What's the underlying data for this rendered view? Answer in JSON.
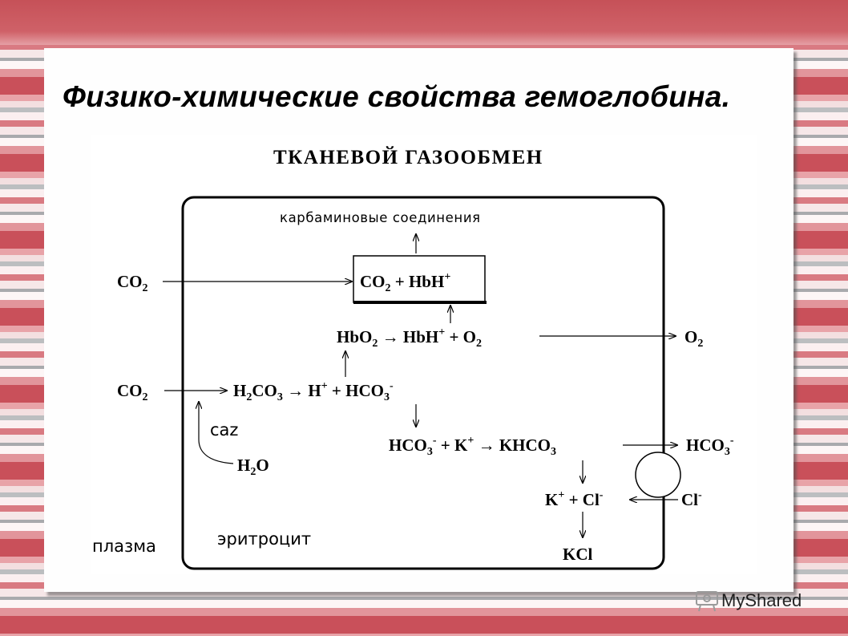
{
  "slide": {
    "title": "Физико-химические свойства гемоглобина."
  },
  "diagram": {
    "heading": "ТКАНЕВОЙ ГАЗООБМЕН",
    "carbamino": "карбаминовые соединения",
    "co2_top": "CO",
    "co2_top_sub": "2",
    "box_co2": "CO",
    "box_co2_sub": "2",
    "box_rest": " + HbH",
    "box_sup": "+",
    "hbo2": "HbO",
    "hbo2_sub": "2",
    "arrow_hbh": " → HbH",
    "hbh_sup": "+",
    "plus_o2": " + O",
    "o2_sub": "2",
    "o2_out": "O",
    "o2_out_sub": "2",
    "co2_mid": "CO",
    "co2_mid_sub": "2",
    "h2co3_h": "H",
    "h2co3_sub1": "2",
    "h2co3_co": "CO",
    "h2co3_sub2": "3",
    "arrow_h": " → H",
    "h_sup": "+",
    "plus_hco": " + HCO",
    "hco_sub": "3",
    "hco_sup": "-",
    "caz": "caz",
    "h2o_h": "H",
    "h2o_sub": "2",
    "h2o_o": "O",
    "hco3b": "HCO",
    "hco3b_sub": "3",
    "hco3b_sup": "-",
    "plus_k": " + K",
    "k_sup": "+",
    "arrow_khco": " → KHCO",
    "khco_sub": "3",
    "hco3_out": "HCO",
    "hco3_out_sub": "3",
    "hco3_out_sup": "-",
    "k2": "K",
    "k2_sup": "+",
    "plus_cl": " + Cl",
    "cl_sup": "-",
    "cl_out": "Cl",
    "cl_out_sup": "-",
    "kcl": "KCl",
    "plasma": "плазма",
    "erythrocyte": "эритроцит"
  },
  "watermark": "MyShared"
}
